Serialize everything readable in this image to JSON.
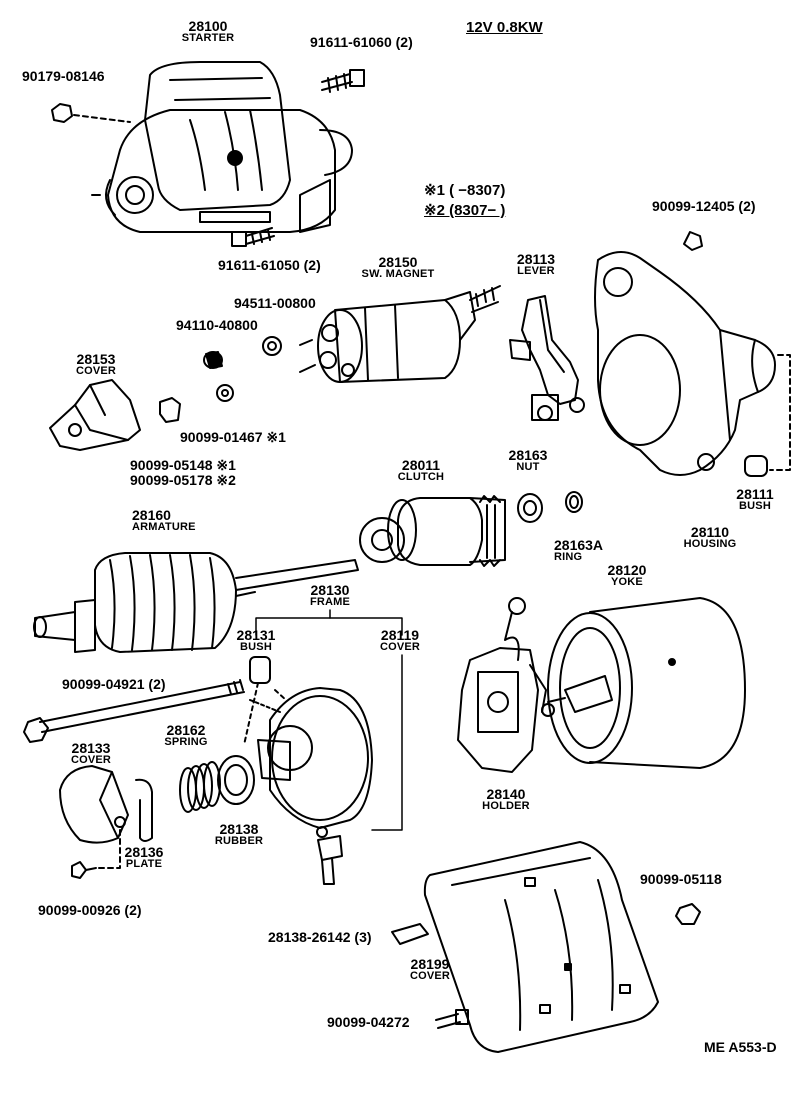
{
  "header": {
    "spec": "12V 0.8KW"
  },
  "legend": {
    "line1": "※1 (      −8307)",
    "line2": "※2 (8307−      )"
  },
  "parts": {
    "starter": {
      "num": "28100",
      "name": "STARTER"
    },
    "sw_magnet": {
      "num": "28150",
      "name": "SW. MAGNET"
    },
    "lever": {
      "num": "28113",
      "name": "LEVER"
    },
    "cover_28153": {
      "num": "28153",
      "name": "COVER"
    },
    "clutch": {
      "num": "28011",
      "name": "CLUTCH"
    },
    "nut_28163": {
      "num": "28163",
      "name": "NUT"
    },
    "ring": {
      "num": "28163A",
      "name": "RING"
    },
    "bush_28111": {
      "num": "28111",
      "name": "BUSH"
    },
    "housing": {
      "num": "28110",
      "name": "HOUSING"
    },
    "armature": {
      "num": "28160",
      "name": "ARMATURE"
    },
    "frame": {
      "num": "28130",
      "name": "FRAME"
    },
    "bush_28131": {
      "num": "28131",
      "name": "BUSH"
    },
    "cover_28119": {
      "num": "28119",
      "name": "COVER"
    },
    "yoke": {
      "num": "28120",
      "name": "YOKE"
    },
    "cover_28133": {
      "num": "28133",
      "name": "COVER"
    },
    "spring": {
      "num": "28162",
      "name": "SPRING"
    },
    "plate": {
      "num": "28136",
      "name": "PLATE"
    },
    "rubber": {
      "num": "28138",
      "name": "RUBBER"
    },
    "holder": {
      "num": "28140",
      "name": "HOLDER"
    },
    "cover_28199": {
      "num": "28199",
      "name": "COVER"
    }
  },
  "fasteners": {
    "f1": "90179-08146",
    "f2": "91611-61060 (2)",
    "f3": "91611-61050 (2)",
    "f4": "90099-12405 (2)",
    "f5": "94511-00800",
    "f6": "94110-40800",
    "f7": "90099-01467 ※1",
    "f8a": "90099-05148 ※1",
    "f8b": "90099-05178 ※2",
    "f9": "90099-04921 (2)",
    "f10": "90099-00926 (2)",
    "f11": "90099-05118",
    "f12": "28138-26142 (3)",
    "f13": "90099-04272"
  },
  "footer": {
    "code": "ME  A553-D"
  }
}
